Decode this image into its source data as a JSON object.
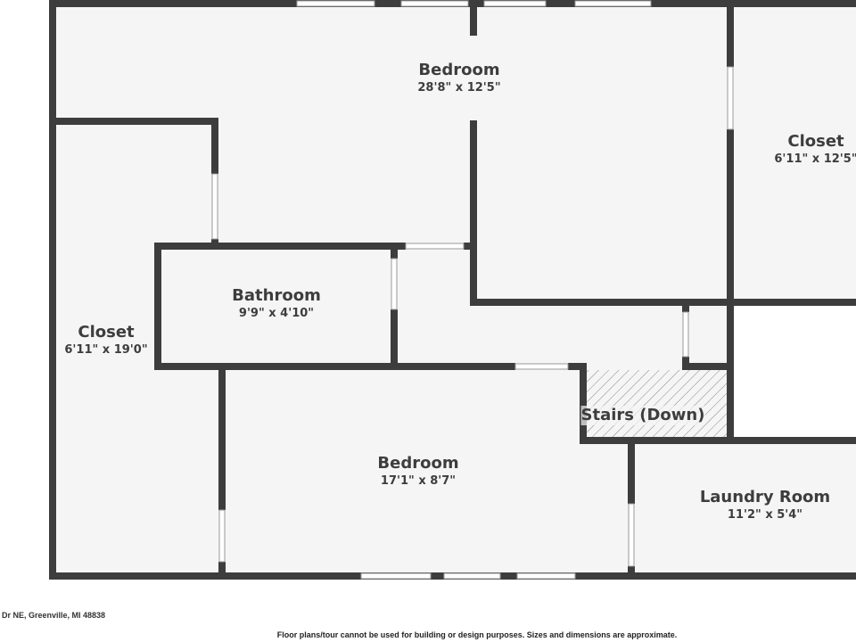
{
  "colors": {
    "wall": "#3d3d3d",
    "floor": "#f5f5f5",
    "window": "#ffffff"
  },
  "rooms": [
    {
      "name": "Bedroom",
      "dims": "28'8\" x 12'5\""
    },
    {
      "name": "Closet",
      "dims": "6'11\" x 12'5\""
    },
    {
      "name": "Bathroom",
      "dims": "9'9\" x 4'10\""
    },
    {
      "name": "Closet",
      "dims": "6'11\" x 19'0\""
    },
    {
      "name": "Stairs (Down)"
    },
    {
      "name": "Bedroom",
      "dims": "17'1\" x 8'7\""
    },
    {
      "name": "Laundry Room",
      "dims": "11'2\" x 5'4\""
    }
  ],
  "footer": {
    "address": "Dr NE, Greenville, MI 48838",
    "disclaimer": "Floor plans/tour cannot be used for building or design purposes. Sizes and dimensions are approximate."
  }
}
